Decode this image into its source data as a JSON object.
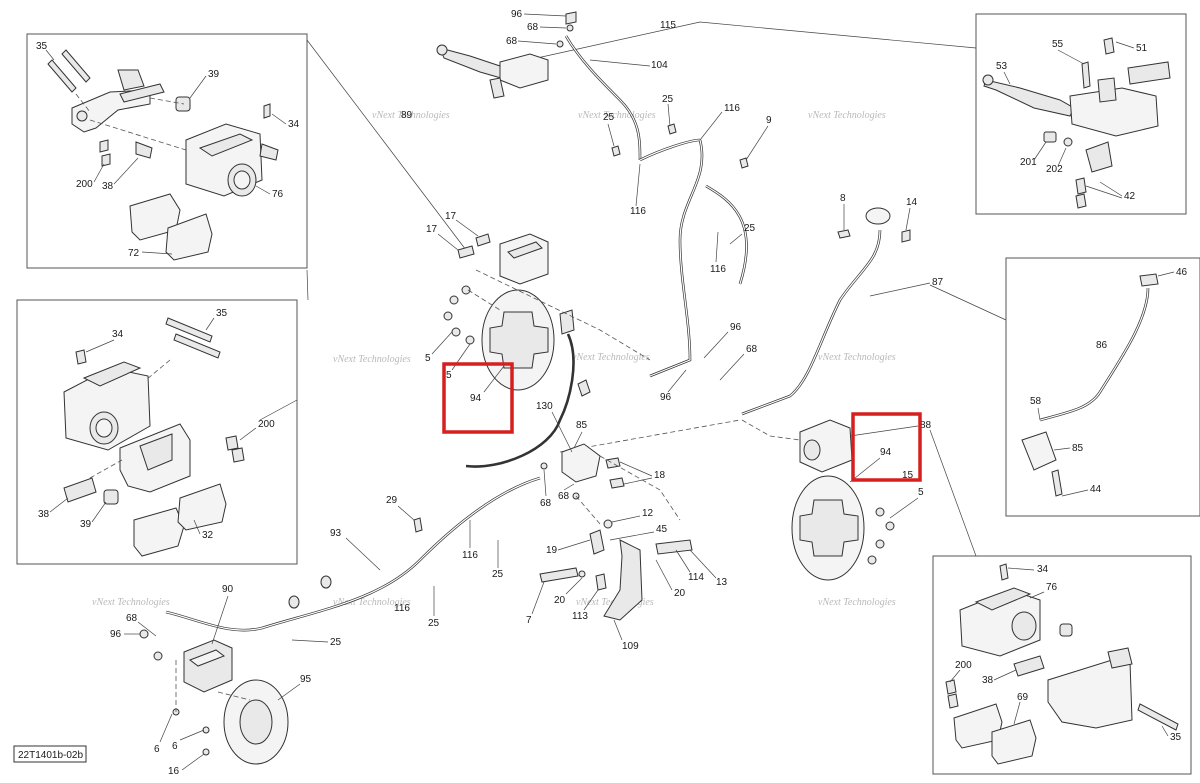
{
  "diagram_code": "22T1401b-02b",
  "watermark": "vNext Technologies",
  "highlight_color": "#d61f1f",
  "callouts": [
    {
      "id": "c96a",
      "label": "96"
    },
    {
      "id": "c68a",
      "label": "68"
    },
    {
      "id": "c68b",
      "label": "68"
    },
    {
      "id": "c115",
      "label": "115"
    },
    {
      "id": "c104",
      "label": "104"
    },
    {
      "id": "c25a",
      "label": "25"
    },
    {
      "id": "c25b",
      "label": "25"
    },
    {
      "id": "c116a",
      "label": "116"
    },
    {
      "id": "c116b",
      "label": "116"
    },
    {
      "id": "c9",
      "label": "9"
    },
    {
      "id": "c89",
      "label": "89"
    },
    {
      "id": "c17a",
      "label": "17"
    },
    {
      "id": "c17b",
      "label": "17"
    },
    {
      "id": "c5a",
      "label": "5"
    },
    {
      "id": "c5b",
      "label": "5"
    },
    {
      "id": "c94a",
      "label": "94"
    },
    {
      "id": "c116c",
      "label": "116"
    },
    {
      "id": "c25c",
      "label": "25"
    },
    {
      "id": "c8",
      "label": "8"
    },
    {
      "id": "c14",
      "label": "14"
    },
    {
      "id": "c87",
      "label": "87"
    },
    {
      "id": "c96b",
      "label": "96"
    },
    {
      "id": "c68c",
      "label": "68"
    },
    {
      "id": "c96c",
      "label": "96"
    },
    {
      "id": "c130",
      "label": "130"
    },
    {
      "id": "c85a",
      "label": "85"
    },
    {
      "id": "c18",
      "label": "18"
    },
    {
      "id": "c68d",
      "label": "68"
    },
    {
      "id": "c68e",
      "label": "68"
    },
    {
      "id": "c88",
      "label": "88"
    },
    {
      "id": "c94b",
      "label": "94"
    },
    {
      "id": "c15",
      "label": "15"
    },
    {
      "id": "c5c",
      "label": "5"
    },
    {
      "id": "c29",
      "label": "29"
    },
    {
      "id": "c12",
      "label": "12"
    },
    {
      "id": "c45",
      "label": "45"
    },
    {
      "id": "c93",
      "label": "93"
    },
    {
      "id": "c19",
      "label": "19"
    },
    {
      "id": "c116d",
      "label": "116"
    },
    {
      "id": "c25d",
      "label": "25"
    },
    {
      "id": "c114",
      "label": "114"
    },
    {
      "id": "c13",
      "label": "13"
    },
    {
      "id": "c90",
      "label": "90"
    },
    {
      "id": "c116e",
      "label": "116"
    },
    {
      "id": "c20a",
      "label": "20"
    },
    {
      "id": "c20b",
      "label": "20"
    },
    {
      "id": "c113",
      "label": "113"
    },
    {
      "id": "c7",
      "label": "7"
    },
    {
      "id": "c25e",
      "label": "25"
    },
    {
      "id": "c25f",
      "label": "25"
    },
    {
      "id": "c96d",
      "label": "96"
    },
    {
      "id": "c68f",
      "label": "68"
    },
    {
      "id": "c109",
      "label": "109"
    },
    {
      "id": "c95",
      "label": "95"
    },
    {
      "id": "c6a",
      "label": "6"
    },
    {
      "id": "c6b",
      "label": "6"
    },
    {
      "id": "c16",
      "label": "16"
    }
  ],
  "insets": {
    "top_left": {
      "labels": [
        "35",
        "39",
        "34",
        "200",
        "38",
        "76",
        "72"
      ]
    },
    "mid_left": {
      "labels": [
        "34",
        "35",
        "200",
        "38",
        "39",
        "32"
      ]
    },
    "top_right": {
      "labels": [
        "55",
        "51",
        "53",
        "201",
        "202",
        "42"
      ]
    },
    "mid_right": {
      "labels": [
        "46",
        "86",
        "58",
        "85",
        "44"
      ]
    },
    "bottom_right": {
      "labels": [
        "34",
        "76",
        "200",
        "38",
        "69",
        "35"
      ]
    }
  }
}
